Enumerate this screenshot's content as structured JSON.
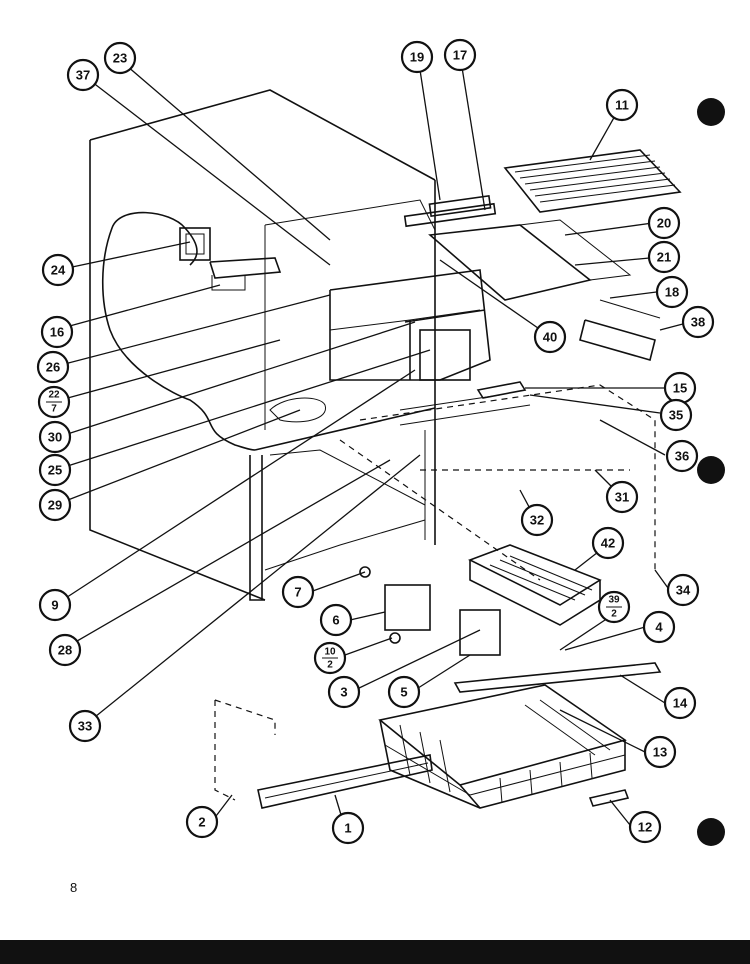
{
  "page": {
    "number": "8"
  },
  "colors": {
    "ink": "#111111",
    "paper": "#ffffff"
  },
  "callouts": [
    {
      "id": "c1",
      "label": "1"
    },
    {
      "id": "c2",
      "label": "2"
    },
    {
      "id": "c3",
      "label": "3"
    },
    {
      "id": "c4",
      "label": "4"
    },
    {
      "id": "c5",
      "label": "5"
    },
    {
      "id": "c6",
      "label": "6"
    },
    {
      "id": "c7",
      "label": "7"
    },
    {
      "id": "c9",
      "label": "9"
    },
    {
      "id": "c10_2",
      "num": "10",
      "den": "2"
    },
    {
      "id": "c11",
      "label": "11"
    },
    {
      "id": "c12",
      "label": "12"
    },
    {
      "id": "c13",
      "label": "13"
    },
    {
      "id": "c14",
      "label": "14"
    },
    {
      "id": "c15",
      "label": "15"
    },
    {
      "id": "c16",
      "label": "16"
    },
    {
      "id": "c17",
      "label": "17"
    },
    {
      "id": "c18",
      "label": "18"
    },
    {
      "id": "c19",
      "label": "19"
    },
    {
      "id": "c20",
      "label": "20"
    },
    {
      "id": "c21",
      "label": "21"
    },
    {
      "id": "c22_7",
      "num": "22",
      "den": "7"
    },
    {
      "id": "c23",
      "label": "23"
    },
    {
      "id": "c24",
      "label": "24"
    },
    {
      "id": "c25",
      "label": "25"
    },
    {
      "id": "c26",
      "label": "26"
    },
    {
      "id": "c28",
      "label": "28"
    },
    {
      "id": "c29",
      "label": "29"
    },
    {
      "id": "c30",
      "label": "30"
    },
    {
      "id": "c31",
      "label": "31"
    },
    {
      "id": "c32",
      "label": "32"
    },
    {
      "id": "c33",
      "label": "33"
    },
    {
      "id": "c34",
      "label": "34"
    },
    {
      "id": "c35",
      "label": "35"
    },
    {
      "id": "c36",
      "label": "36"
    },
    {
      "id": "c37",
      "label": "37"
    },
    {
      "id": "c38",
      "label": "38"
    },
    {
      "id": "c39_2",
      "num": "39",
      "den": "2"
    },
    {
      "id": "c40",
      "label": "40"
    },
    {
      "id": "c42",
      "label": "42"
    }
  ]
}
